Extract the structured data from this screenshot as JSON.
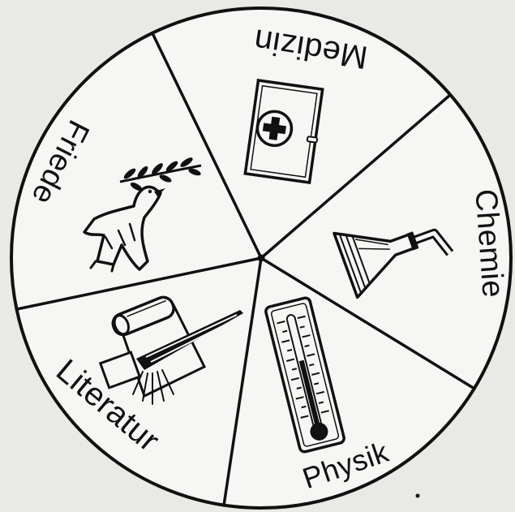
{
  "diagram": {
    "segments": [
      {
        "label": "Medizin",
        "icon": "first-aid-cabinet-icon"
      },
      {
        "label": "Chemie",
        "icon": "flask-icon"
      },
      {
        "label": "Physik",
        "icon": "thermometer-icon"
      },
      {
        "label": "Literatur",
        "icon": "quill-and-paper-icon"
      },
      {
        "label": "Friede",
        "icon": "dove-with-olive-branch-icon"
      }
    ]
  },
  "colors": {
    "ink": "#111111",
    "paper": "#f6f6f4",
    "background": "#e9e9e6"
  }
}
